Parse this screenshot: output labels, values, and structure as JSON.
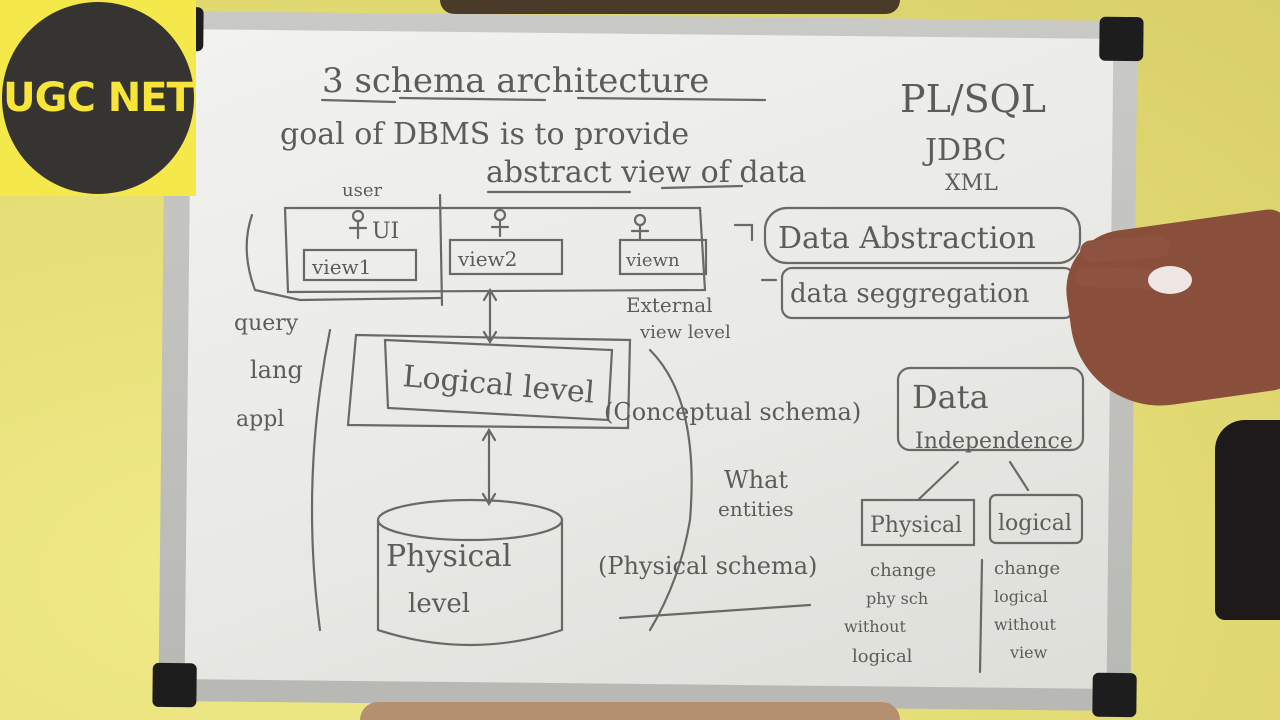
{
  "logo": {
    "text": "UGC NET"
  },
  "board": {
    "title": "3 schema architecture",
    "goal_line1": "goal of DBMS is to provide",
    "goal_line2": "abstract view of data",
    "side_note1": "PL/SQL",
    "side_note2": "JDBC",
    "side_note3": "XML",
    "user_label": "user",
    "ui_label": "UI",
    "view1": "view1",
    "view2": "view2",
    "viewn": "viewn",
    "external_label1": "External",
    "external_label2": "view level",
    "data_abstraction": "Data Abstraction",
    "data_segregation": "data seggregation",
    "query_label1": "query",
    "query_label2": "lang",
    "query_label3": "appl",
    "logical_level": "Logical level",
    "conceptual_schema": "(Conceptual schema)",
    "what_label1": "What",
    "what_label2": "entities",
    "physical_level1": "Physical",
    "physical_level2": "level",
    "physical_schema": "(Physical schema)",
    "data_independence1": "Data",
    "data_independence2": "Independence",
    "physical_box": "Physical",
    "logical_box": "logical",
    "physical_note1": "change",
    "physical_note2": "phy sch",
    "physical_note3": "without",
    "physical_note4": "logical",
    "logical_note1": "change",
    "logical_note2": "logical",
    "logical_note3": "without",
    "logical_note4": "view"
  },
  "colors": {
    "wall": "#e9e37f",
    "badge_bg": "#f5e84a",
    "badge_circle": "#363431",
    "badge_text": "#f7e53a",
    "marker_ink": "#5d5c58"
  }
}
